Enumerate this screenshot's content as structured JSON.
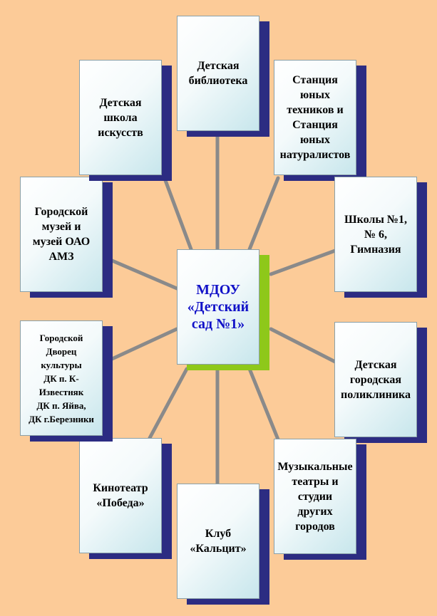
{
  "center": {
    "label": "МДОУ\n«Детский\nсад №1»"
  },
  "nodes": [
    {
      "id": "library",
      "label": "Детская\nбиблиотека"
    },
    {
      "id": "young-technicians",
      "label": "Станция\nюных\nтехников и\nСтанция\nюных\nнатуралистов"
    },
    {
      "id": "schools",
      "label": "Школы №1,\n№ 6,\nГимназия"
    },
    {
      "id": "polyclinic",
      "label": "Детская\nгородская\nполиклиника"
    },
    {
      "id": "music-theatres",
      "label": "Музыкальные\nтеатры и\nстудии\nдругих\nгородов"
    },
    {
      "id": "club",
      "label": "Клуб\n«Кальцит»"
    },
    {
      "id": "cinema",
      "label": "Кинотеатр\n«Победа»"
    },
    {
      "id": "culture-palace",
      "label": "Городской\nДворец\nкультуры\nДК п. К-\nИзвестняк\nДК п. Яйва,\nДК г.Березники"
    },
    {
      "id": "museum",
      "label": "Городской\nмузей и\nмузей ОАО\nАМЗ"
    },
    {
      "id": "art-school",
      "label": "Детская\nшкола\nискусств"
    }
  ],
  "colors": {
    "background": "#fccb98",
    "box_shadow": "#2c2c82",
    "center_shadow": "#8ec81a",
    "center_text": "#1212c8",
    "connector": "#8a8a8a"
  }
}
